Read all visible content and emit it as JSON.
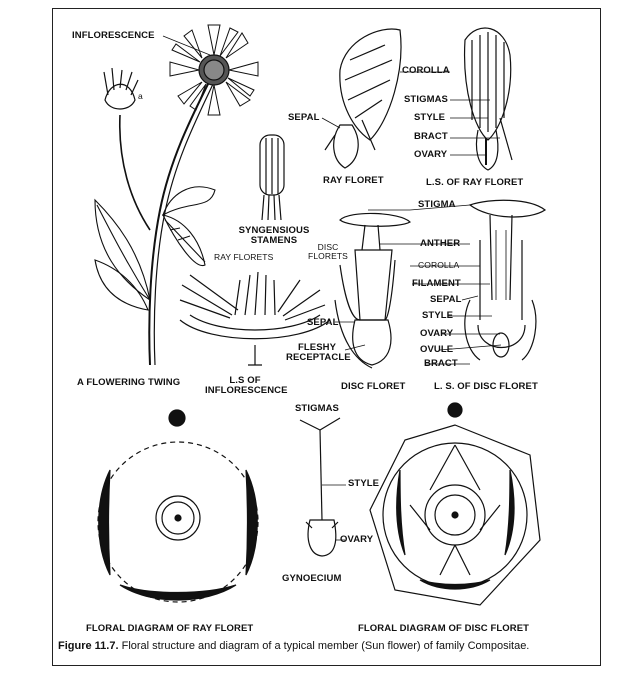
{
  "labels": {
    "inflorescence": "INFLORESCENCE",
    "a": "a",
    "corolla_ray": "COROLLA",
    "stigmas_ray": "STIGMAS",
    "style_ray": "STYLE",
    "bract_ray": "BRACT",
    "ovary_ray": "OVARY",
    "sepal_ray": "SEPAL",
    "ray_floret": "RAY FLORET",
    "ls_ray_floret": "L.S. OF RAY FLORET",
    "syngenesious_1": "SYNGENSIOUS",
    "syngenesious_2": "STAMENS",
    "disc_florets_1": "DISC",
    "disc_florets_2": "FLORETS",
    "ray_florets": "RAY FLORETS",
    "stigma_disc": "STIGMA",
    "anther": "ANTHER",
    "corolla_disc": "COROLLA",
    "filament": "FILAMENT",
    "sepal_disc_ls": "SEPAL",
    "style_disc": "STYLE",
    "ovary_disc": "OVARY",
    "ovule": "OVULE",
    "bract_disc": "BRACT",
    "sepal_disc": "SEPAL",
    "fleshy_1": "FLESHY",
    "fleshy_2": "RECEPTACLE",
    "flowering_twig": "A FLOWERING TWING",
    "ls_infl_1": "L.S  OF",
    "ls_infl_2": "INFLORESCENCE",
    "disc_floret": "DISC FLORET",
    "ls_disc_floret": "L. S. OF DISC FLORET",
    "stigmas_gyn": "STIGMAS",
    "style_gyn": "STYLE",
    "ovary_gyn": "OVARY",
    "gynoecium": "GYNOECIUM",
    "fd_ray": "FLORAL DIAGRAM OF RAY FLORET",
    "fd_disc": "FLORAL DIAGRAM OF DISC FLORET"
  },
  "caption": {
    "figure_no": "Figure 11.7.",
    "text": "Floral structure and diagram of a typical member (Sun flower) of family Compositae."
  }
}
